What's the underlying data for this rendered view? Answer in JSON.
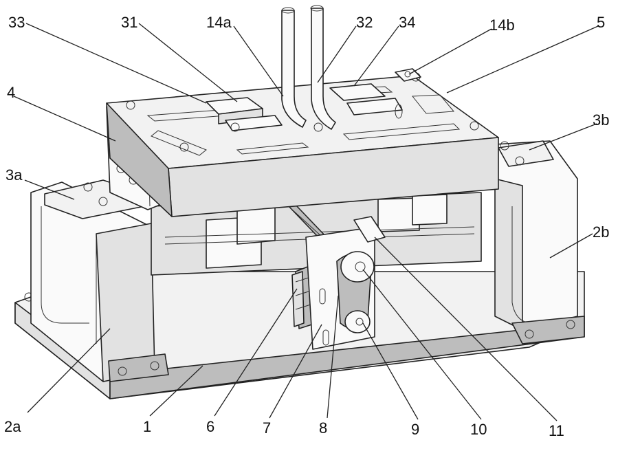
{
  "figure": {
    "callouts": [
      {
        "id": "label-33",
        "text": "33"
      },
      {
        "id": "label-31",
        "text": "31"
      },
      {
        "id": "label-14a",
        "text": "14a"
      },
      {
        "id": "label-32",
        "text": "32"
      },
      {
        "id": "label-34",
        "text": "34"
      },
      {
        "id": "label-14b",
        "text": "14b"
      },
      {
        "id": "label-5",
        "text": "5"
      },
      {
        "id": "label-4",
        "text": "4"
      },
      {
        "id": "label-3b",
        "text": "3b"
      },
      {
        "id": "label-3a",
        "text": "3a"
      },
      {
        "id": "label-2b",
        "text": "2b"
      },
      {
        "id": "label-2a",
        "text": "2a"
      },
      {
        "id": "label-1",
        "text": "1"
      },
      {
        "id": "label-6",
        "text": "6"
      },
      {
        "id": "label-7",
        "text": "7"
      },
      {
        "id": "label-8",
        "text": "8"
      },
      {
        "id": "label-9",
        "text": "9"
      },
      {
        "id": "label-10",
        "text": "10"
      },
      {
        "id": "label-11",
        "text": "11"
      }
    ]
  }
}
